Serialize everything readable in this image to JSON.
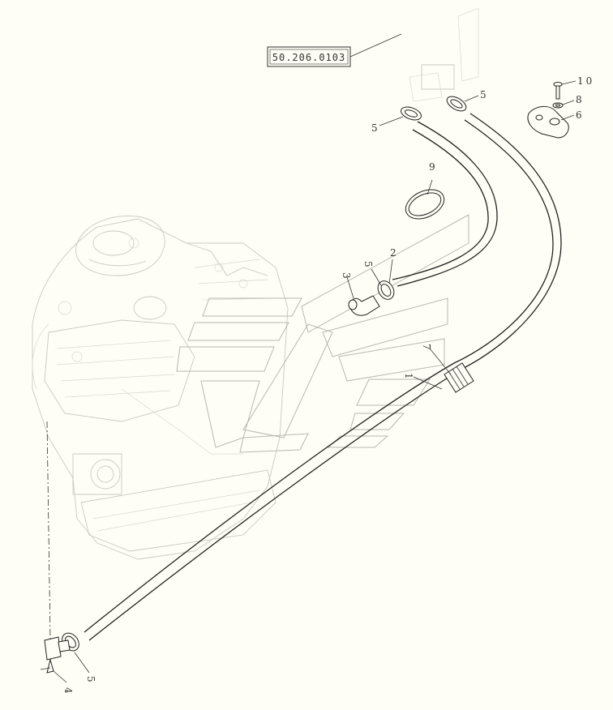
{
  "reference": {
    "code": "50.206.0103"
  },
  "callouts": {
    "c1": "1",
    "c2": "2",
    "c3": "3",
    "c4": "4",
    "c5a": "5",
    "c5b": "5",
    "c5c": "5",
    "c5d": "5",
    "c6": "6",
    "c7": "7",
    "c8": "8",
    "c9": "9",
    "c10": "10"
  },
  "colors": {
    "ink": "#222222",
    "ghost": "#c9c9c1",
    "background": "#fefef6"
  }
}
